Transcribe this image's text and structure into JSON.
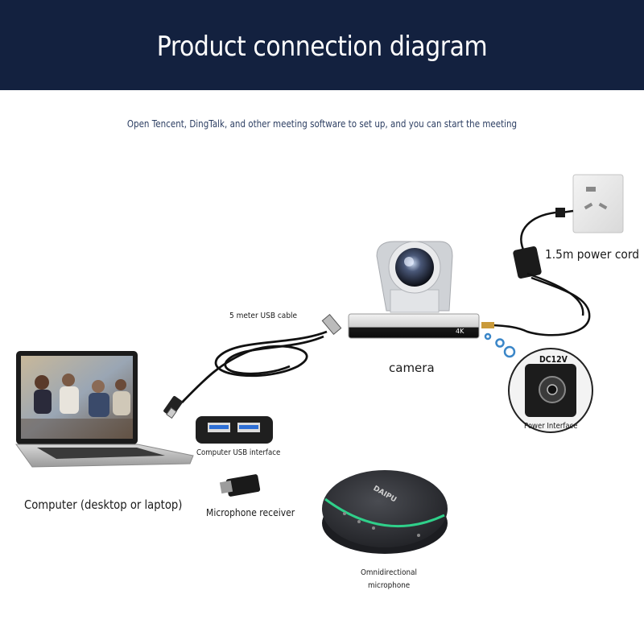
{
  "header": {
    "title": "Product connection diagram"
  },
  "subtitle": "Open Tencent, DingTalk, and other meeting software to set up, and you can start the meeting",
  "labels": {
    "usb_cable": "5 meter USB cable",
    "camera": "camera",
    "camera_badge": "4K",
    "power_cord": "1.5m power cord",
    "dc": "DC12V",
    "power_interface": "Power Interface",
    "usb_interface": "Computer USB interface",
    "computer": "Computer (desktop or laptop)",
    "receiver": "Microphone receiver",
    "mic_line1": "Omnidirectional",
    "mic_line2": "microphone",
    "mic_brand": "DAIPU"
  },
  "colors": {
    "header_bg": "#13213f",
    "accent_green": "#2fd08a",
    "bubble_blue": "#3a86c8"
  }
}
